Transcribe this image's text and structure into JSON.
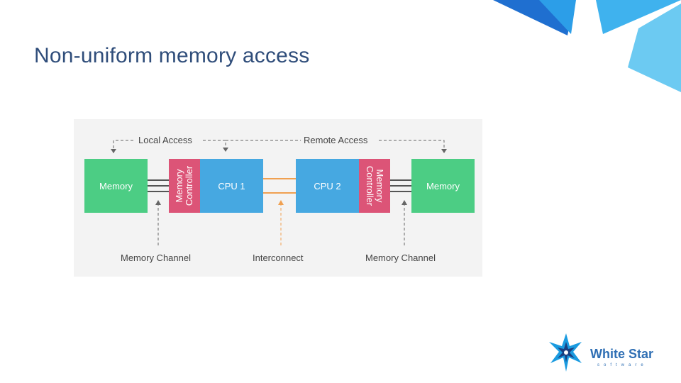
{
  "slide": {
    "title": "Non-uniform memory access"
  },
  "diagram": {
    "local_access": "Local Access",
    "remote_access": "Remote Access",
    "memory_left": "Memory",
    "memory_right": "Memory",
    "controller_left": "Memory\nController",
    "controller_right": "Memory\nController",
    "cpu1": "CPU 1",
    "cpu2": "CPU 2",
    "memory_channel_left": "Memory Channel",
    "interconnect": "Interconnect",
    "memory_channel_right": "Memory Channel"
  },
  "logo": {
    "name": "White Star",
    "tagline": "software"
  },
  "colors": {
    "title": "#2f4d7a",
    "memory": "#4ccd84",
    "controller": "#dc5477",
    "cpu": "#46a8e1",
    "interconnect": "#f0a050",
    "accent": "#1a9be0"
  }
}
